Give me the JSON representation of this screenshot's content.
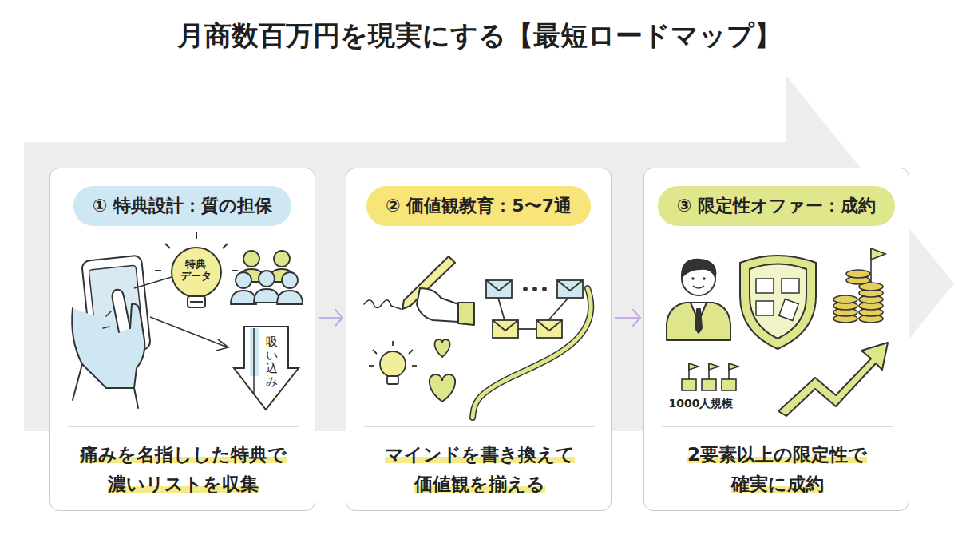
{
  "diagram": {
    "title": "月商数百万円を現実にする【最短ロードマップ】",
    "nodes": [
      {
        "text": [
          "痛みを名指しした特典で 濃いリストを収集"
        ]
      },
      {
        "text": [
          "① 特典設計：質の担保"
        ],
        "in": 0
      },
      {
        "text": [
          "マインドを書き換えて 価値観を揃える"
        ]
      },
      {
        "text": [
          "② 価値観教育：5〜7通"
        ],
        "in": 2
      },
      {
        "text": [
          "2要素以上の限定性で 確実に成約"
        ]
      },
      {
        "text": [
          "③ 限定性オファー：成約"
        ],
        "in": 4
      }
    ],
    "edges": [
      {
        "from": 0,
        "to": 2,
        "arrow": "to"
      },
      {
        "from": 2,
        "to": 4,
        "arrow": "to"
      }
    ],
    "labels": [
      "特典 データ",
      "吸い込み",
      "1000人規模"
    ]
  }
}
